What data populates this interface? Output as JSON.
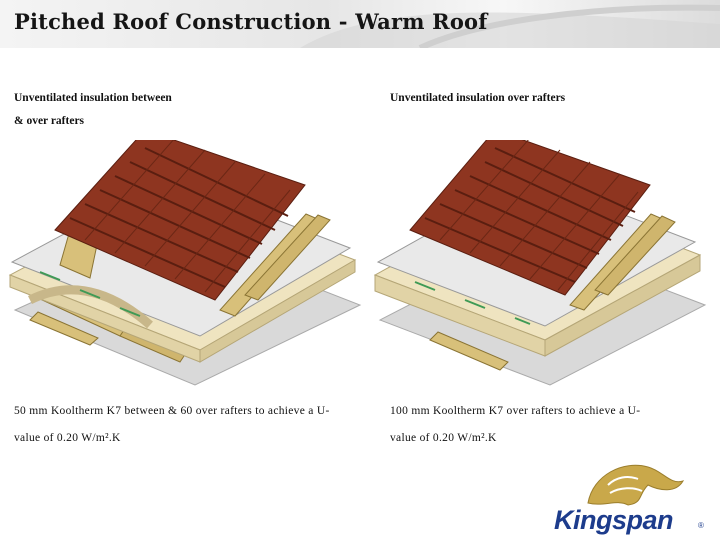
{
  "header": {
    "title": "Pitched Roof Construction - Warm Roof"
  },
  "left_panel": {
    "heading_line1": "Unventilated insulation between",
    "heading_line2": "& over rafters",
    "caption_line1": "50 mm Kooltherm K7 between & 60 over rafters to achieve a U-",
    "caption_line2": "value of 0.20 W/m².K"
  },
  "right_panel": {
    "heading_line1": "Unventilated insulation over rafters",
    "caption_line1": "100 mm Kooltherm K7 over rafters to achieve a U-",
    "caption_line2": "value of 0.20 W/m².K"
  },
  "logo": {
    "wordmark": "Kingspan",
    "mark": "®"
  },
  "colors": {
    "tile": "#8e3520",
    "insulation": "#efe4c0",
    "batten": "#d8c07a",
    "logo_blue": "#1d3c8c",
    "logo_gold": "#c9a84a"
  }
}
